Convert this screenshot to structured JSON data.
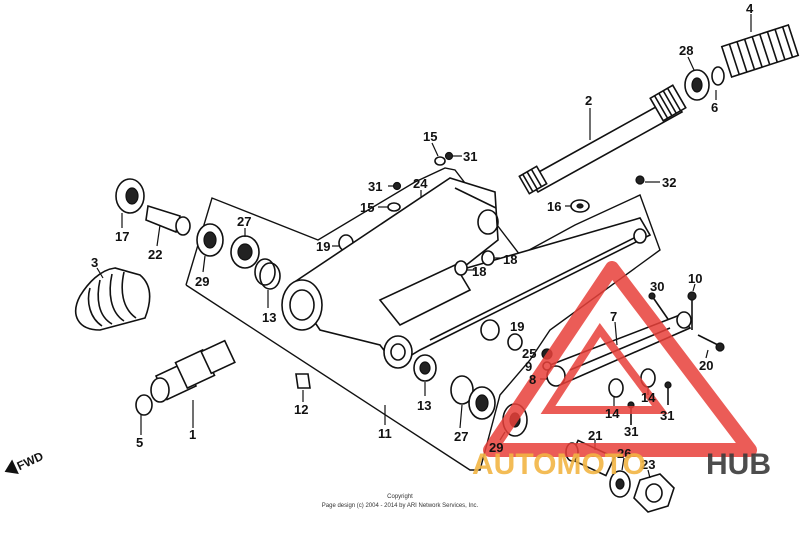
{
  "labels": {
    "l4": "4",
    "l28": "28",
    "l6a": "6",
    "l2": "2",
    "l15a": "15",
    "l31a": "31",
    "l31b": "31",
    "l24": "24",
    "l15b": "15",
    "l32": "32",
    "l16": "16",
    "l17": "17",
    "l22": "22",
    "l27a": "27",
    "l19a": "19",
    "l18a": "18",
    "l18b": "18",
    "l3": "3",
    "l29a": "29",
    "l13a": "13",
    "l10": "10",
    "l30": "30",
    "l7": "7",
    "l19b": "19",
    "l25": "25",
    "l9": "9",
    "l8": "8",
    "l20": "20",
    "l14a": "14",
    "l14b": "14",
    "l31c": "31",
    "l31d": "31",
    "l12": "12",
    "l13b": "13",
    "l11": "11",
    "l5": "5",
    "l1": "1",
    "l27b": "27",
    "l29b": "29",
    "l21": "21",
    "l26": "26",
    "l23": "23"
  },
  "fwd_label": "FWD",
  "copyright": {
    "line1": "Copyright",
    "line2": "Page design (c) 2004 - 2014 by ARI Network Services, Inc."
  },
  "watermark": {
    "part1": "AUTOMOTO",
    "part2": "HUB",
    "color1": "#f2b544",
    "color2": "#3a3a3a",
    "triangle_color": "#e8403a"
  }
}
